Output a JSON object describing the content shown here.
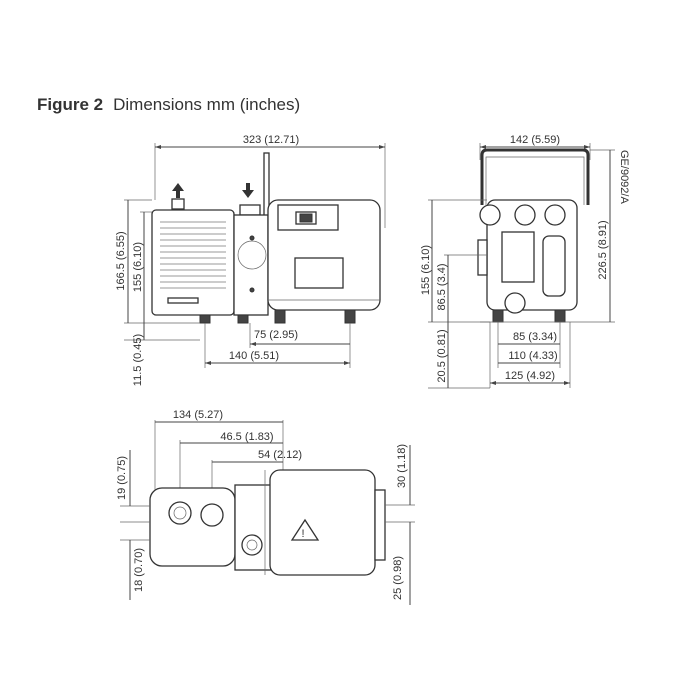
{
  "figure": {
    "label": "Figure 2",
    "caption": "Dimensions mm (inches)",
    "drawing_ref": "GE/9092/A"
  },
  "dimensions": {
    "side_overall_length": "323 (12.71)",
    "side_height_overall": "166.5 (6.55)",
    "side_height_body": "155 (6.10)",
    "side_feet_clearance": "11.5 (0.45)",
    "side_foot_spacing": "75 (2.95)",
    "side_foot_offset": "140 (5.51)",
    "end_width_handle": "142 (5.59)",
    "end_height_body": "155 (6.10)",
    "end_height_centre": "86.5 (3.4)",
    "end_height_overall": "226.5 (8.91)",
    "end_feet_clearance": "20.5 (0.81)",
    "end_foot_spacing": "85 (3.34)",
    "end_foot_width": "110 (4.33)",
    "end_base_width": "125 (4.92)",
    "plan_length_a": "134 (5.27)",
    "plan_length_b": "46.5 (1.83)",
    "plan_length_c": "54 (2.12)",
    "plan_offset_left_top": "19 (0.75)",
    "plan_offset_left_bottom": "18 (0.70)",
    "plan_offset_right_top": "30 (1.18)",
    "plan_offset_right_bottom": "25 (0.98)"
  }
}
